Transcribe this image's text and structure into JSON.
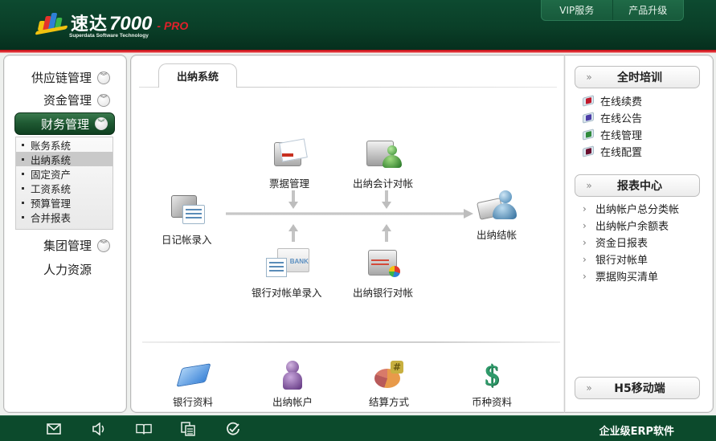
{
  "header": {
    "logo_cn": "速达",
    "logo_num": "7000",
    "logo_pro": "- PRO",
    "logo_sub": "Superdata Software Technology",
    "buttons": [
      {
        "label": "VIP服务"
      },
      {
        "label": "产品升级"
      }
    ]
  },
  "sidebar": {
    "items": [
      {
        "label": "供应链管理",
        "icon": "chevron-down-circle-icon"
      },
      {
        "label": "资金管理",
        "icon": "chevron-down-circle-icon"
      },
      {
        "label": "财务管理",
        "icon": "chevron-down-circle-icon",
        "active": true
      },
      {
        "label": "集团管理",
        "icon": "chevron-down-circle-icon"
      },
      {
        "label": "人力资源"
      }
    ],
    "submenu": [
      {
        "label": "账务系统"
      },
      {
        "label": "出纳系统",
        "active": true
      },
      {
        "label": "固定资产"
      },
      {
        "label": "工资系统"
      },
      {
        "label": "预算管理"
      },
      {
        "label": "合并报表"
      }
    ]
  },
  "main": {
    "tab": "出纳系统",
    "flow": {
      "journal_entry": "日记帐录入",
      "bill_mgmt": "票据管理",
      "accounting_reconcile": "出纳会计对帐",
      "bank_statement_entry": "银行对帐单录入",
      "bank_reconcile": "出纳银行对帐",
      "closing": "出纳结帐"
    },
    "bottom": [
      {
        "label": "银行资料",
        "icon": "folder-icon"
      },
      {
        "label": "出纳帐户",
        "icon": "user-icon"
      },
      {
        "label": "结算方式",
        "icon": "pie-chart-icon"
      },
      {
        "label": "币种资料",
        "icon": "dollar-icon"
      }
    ]
  },
  "right": {
    "training": {
      "title": "全时培训",
      "items": [
        {
          "label": "在线续费",
          "color": "#c0192c"
        },
        {
          "label": "在线公告",
          "color": "#4b3ca6"
        },
        {
          "label": "在线管理",
          "color": "#2f8a3c"
        },
        {
          "label": "在线配置",
          "color": "#6a1030"
        }
      ]
    },
    "reports": {
      "title": "报表中心",
      "items": [
        {
          "label": "出纳帐户总分类帐"
        },
        {
          "label": "出纳帐户余额表"
        },
        {
          "label": "资金日报表"
        },
        {
          "label": "银行对帐单"
        },
        {
          "label": "票据购买清单"
        }
      ]
    },
    "mobile": {
      "title": "H5移动端"
    },
    "arrow_glyph": "»"
  },
  "footer": {
    "icons": [
      "mail-icon",
      "speaker-icon",
      "book-icon",
      "documents-icon",
      "check-circle-icon"
    ],
    "text": "企业级ERP软件"
  }
}
